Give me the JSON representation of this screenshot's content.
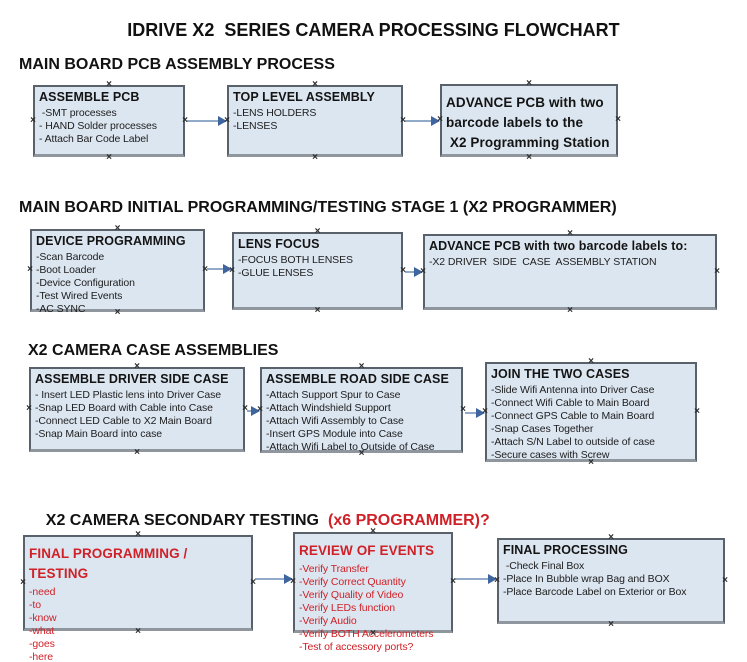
{
  "title": "IDRIVE X2  SERIES CAMERA PROCESSING FLOWCHART",
  "handles": {
    "glyph": "×"
  },
  "colors": {
    "box_fill": "#dce6f1",
    "box_border": "#59616a",
    "box_border_bottom": "#8f969d",
    "red": "#cf2127",
    "arrow_line": "#91aac9",
    "arrow_head": "#3f659e",
    "text": "#1a1a1a"
  },
  "sections": [
    {
      "heading": "MAIN BOARD PCB ASSEMBLY PROCESS"
    },
    {
      "heading": "MAIN BOARD INITIAL PROGRAMMING/TESTING STAGE 1 (X2 PROGRAMMER)"
    },
    {
      "heading": "X2 CAMERA CASE ASSEMBLIES"
    },
    {
      "heading": "X2 CAMERA SECONDARY TESTING",
      "heading_red": "(x6 PROGRAMMER)?"
    }
  ],
  "boxes": {
    "assemble_pcb": {
      "header": "ASSEMBLE PCB",
      "items": [
        " -SMT processes",
        "- HAND Solder processes",
        "- Attach Bar Code Label"
      ]
    },
    "top_level_assembly": {
      "header": "TOP LEVEL ASSEMBLY",
      "items": [
        "-LENS HOLDERS",
        "-LENSES"
      ]
    },
    "advance_pcb_programming": {
      "header": "ADVANCE PCB with two\nbarcode labels to the\n X2 Programming Station",
      "items": []
    },
    "device_programming": {
      "header": "DEVICE PROGRAMMING",
      "items": [
        "-Scan Barcode",
        "-Boot Loader",
        "-Device Configuration",
        "-Test Wired Events",
        "-AC SYNC"
      ]
    },
    "lens_focus": {
      "header": "LENS FOCUS",
      "items": [
        "-FOCUS BOTH LENSES",
        "-GLUE LENSES"
      ]
    },
    "advance_pcb_case": {
      "header": "ADVANCE PCB with two barcode labels to:",
      "items": [
        "-X2 DRIVER  SIDE  CASE  ASSEMBLY STATION"
      ]
    },
    "assemble_driver_side": {
      "header": "ASSEMBLE DRIVER SIDE CASE",
      "items": [
        "- Insert LED Plastic lens into Driver Case",
        "-Snap LED Board with Cable into Case",
        "-Connect LED Cable to X2 Main Board",
        "-Snap Main Board into case"
      ]
    },
    "assemble_road_side": {
      "header": "ASSEMBLE ROAD SIDE CASE",
      "items": [
        "-Attach Support Spur to Case",
        "-Attach Windshield Support",
        "-Attach Wifi Assembly to Case",
        "-Insert GPS Module into Case",
        "-Attach Wifi Label to Outside of Case"
      ]
    },
    "join_two_cases": {
      "header": "JOIN THE TWO CASES",
      "items": [
        "-Slide Wifi Antenna into Driver Case",
        "-Connect Wifi Cable to Main Board",
        "-Connect GPS Cable to Main Board",
        "-Snap Cases Together",
        "-Attach S/N Label to outside of case",
        "-Secure cases with Screw"
      ]
    },
    "final_programming": {
      "header": "FINAL PROGRAMMING / TESTING",
      "items": [
        "-need",
        "-to",
        "-know",
        "-what",
        "-goes",
        "-here"
      ]
    },
    "review_of_events": {
      "header": "REVIEW OF EVENTS",
      "items": [
        "-Verify Transfer",
        "-Verify Correct Quantity",
        "-Verify Quality of Video",
        "-Verify LEDs function",
        "-Verify Audio",
        "-Verify BOTH Accelerometers",
        "-Test of accessory ports?"
      ]
    },
    "final_processing": {
      "header": "FINAL PROCESSING",
      "items": [
        " -Check Final Box",
        "-Place In Bubble wrap Bag and BOX",
        "-Place Barcode Label on Exterior or Box"
      ]
    }
  }
}
